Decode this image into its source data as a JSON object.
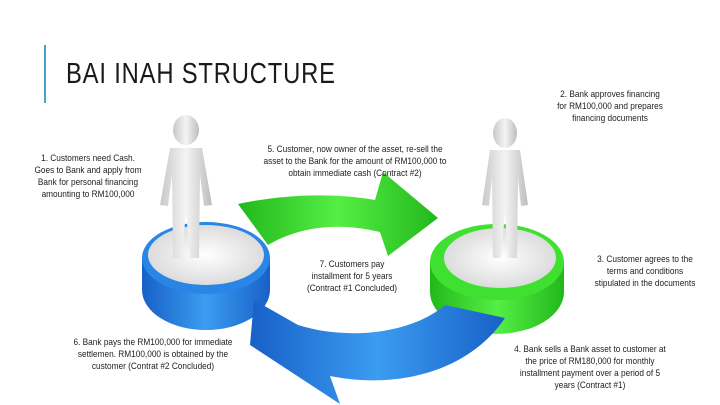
{
  "slide": {
    "title": "BAI INAH STRUCTURE",
    "colors": {
      "accent": "#4aa3c7",
      "green": "#33d42a",
      "blue": "#1f7de0"
    },
    "steps": {
      "s1": "1. Customers need Cash. Goes to Bank and apply from Bank for personal financing amounting to RM100,000",
      "s2": "2. Bank approves financing for RM100,000 and prepares financing documents",
      "s3": "3. Customer agrees to the terms and conditions stipulated in the documents",
      "s4": "4. Bank sells a Bank asset to customer at the price of RM180,000 for monthly installment payment over a period of 5 years (Contract #1)",
      "s5": "5. Customer, now owner of the asset, re-sell the asset to the Bank for the amount of RM100,000 to obtain immediate cash (Contract #2)",
      "s6": "6. Bank pays the RM100,000 for immediate settlemen. RM100,000 is obtained by the customer (Contrat #2 Concluded)",
      "s7": "7. Customers pay installment for 5 years (Contract #1 Concluded)"
    }
  }
}
